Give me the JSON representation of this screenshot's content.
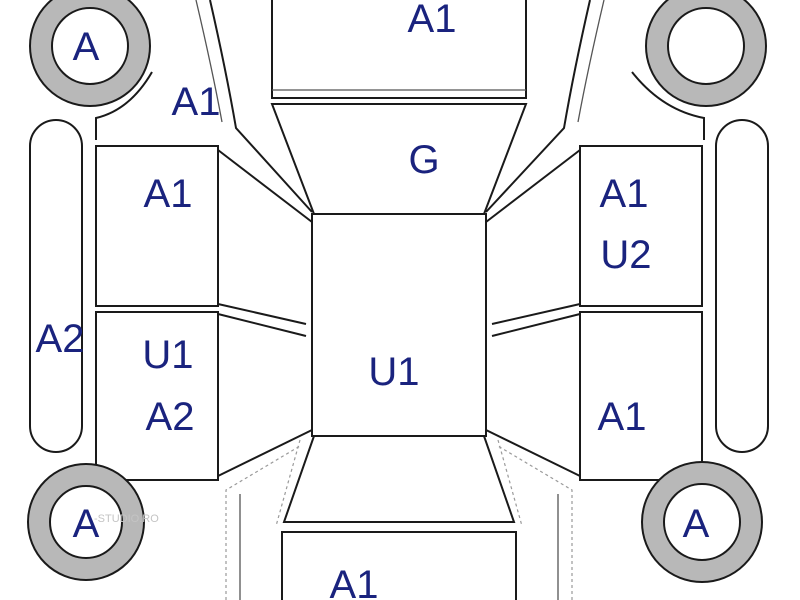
{
  "labels": {
    "hood": "A1",
    "front_left_fender": "A1",
    "windshield": "G",
    "front_left_door": "A1",
    "front_right_door_1": "A1",
    "front_right_door_2": "U2",
    "left_sill": "A2",
    "rear_left_door_1": "U1",
    "rear_left_door_2": "A2",
    "roof": "U1",
    "rear_right_door": "A1",
    "trunk": "A1",
    "wheel_front_left": "A",
    "wheel_rear_left": "A",
    "wheel_rear_right": "A",
    "wheel_front_right": ""
  },
  "watermark": "-STUDIO.RO",
  "colors": {
    "label": "#1a237e",
    "outline": "#1a1a1a",
    "tyre": "#b8b8b8"
  }
}
